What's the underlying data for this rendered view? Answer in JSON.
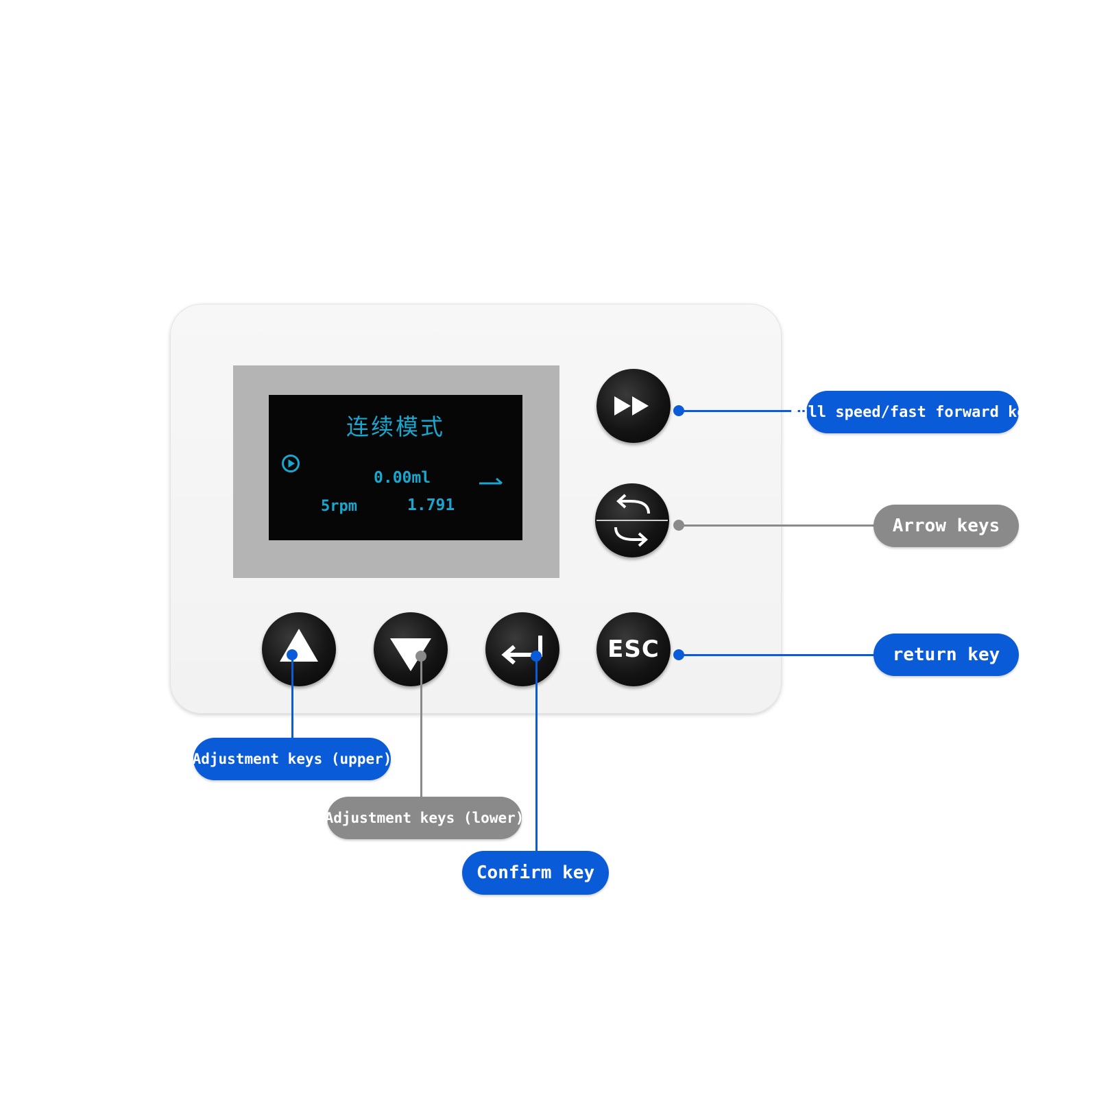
{
  "display": {
    "mode_title": "连续模式",
    "status_icon": "play-circle-icon",
    "volume": "0.00ml",
    "direction_icon": "direction-arrow-icon",
    "speed": "5rpm",
    "count": "1.791"
  },
  "keys": {
    "fast_forward": {
      "icon": "fast-forward-icon"
    },
    "arrow": {
      "icon": "reverse-forward-arrows-icon"
    },
    "up": {
      "icon": "up-triangle-icon"
    },
    "down": {
      "icon": "down-triangle-icon"
    },
    "confirm": {
      "icon": "enter-icon"
    },
    "esc": {
      "label": "ESC"
    }
  },
  "callouts": {
    "fast_forward": "Full speed/fast forward key",
    "arrow": "Arrow keys",
    "return": "return key",
    "up": "Adjustment keys (upper)",
    "down": "Adjustment keys (lower)",
    "confirm": "Confirm key"
  },
  "colors": {
    "callout_blue": "#0a5bd8",
    "callout_grey": "#8a8a8a",
    "display_text": "#19a6cf",
    "key": "#111111"
  }
}
